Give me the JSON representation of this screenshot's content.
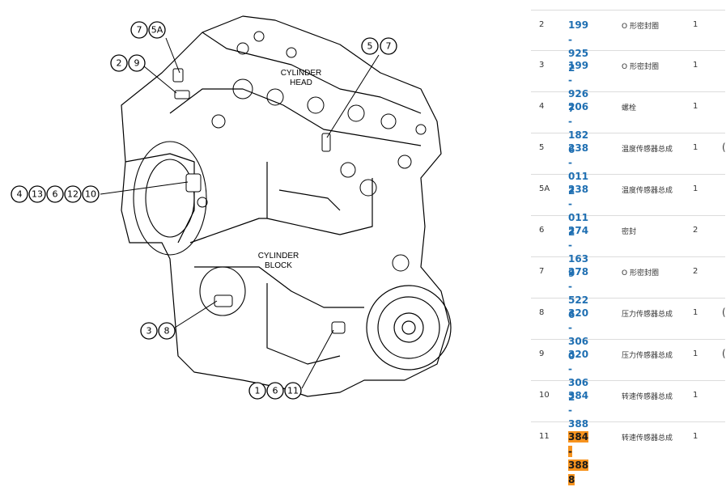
{
  "diagram": {
    "labels": {
      "cylinder_head_line1": "CYLINDER",
      "cylinder_head_line2": "HEAD",
      "cylinder_block_line1": "CYLINDER",
      "cylinder_block_line2": "BLOCK"
    },
    "callout_groups": [
      [
        "7",
        "5A"
      ],
      [
        "2",
        "9"
      ],
      [
        "5",
        "7"
      ],
      [
        "4",
        "13",
        "6",
        "12",
        "10"
      ],
      [
        "3",
        "8"
      ],
      [
        "1",
        "6",
        "11"
      ]
    ]
  },
  "parts_table": {
    "rows": [
      {
        "ref": "2",
        "part_number": "199-9252",
        "pn_line1": "199-",
        "pn_line2": "9252",
        "description": "O 形密封圈",
        "qty": "1",
        "note": ""
      },
      {
        "ref": "3",
        "part_number": "199-9267",
        "pn_line1": "199-",
        "pn_line2": "9267",
        "description": "O 形密封圈",
        "qty": "1",
        "note": ""
      },
      {
        "ref": "4",
        "part_number": "206-1826",
        "pn_line1": "206-",
        "pn_line2": "1826",
        "description": "螺栓",
        "qty": "1",
        "note": ""
      },
      {
        "ref": "5",
        "part_number": "238-0112",
        "pn_line1": "238-",
        "pn_line2": "0112",
        "description": "温度传感器总成",
        "qty": "1",
        "note": "("
      },
      {
        "ref": "5A",
        "part_number": "238-0112",
        "pn_line1": "238-",
        "pn_line2": "0112",
        "description": "温度传感器总成",
        "qty": "1",
        "note": ""
      },
      {
        "ref": "6",
        "part_number": "274-1639",
        "pn_line1": "274-",
        "pn_line2": "1639",
        "description": "密封",
        "qty": "2",
        "note": ""
      },
      {
        "ref": "7",
        "part_number": "278-5226",
        "pn_line1": "278-",
        "pn_line2": "5226",
        "description": "O 形密封圈",
        "qty": "2",
        "note": ""
      },
      {
        "ref": "8",
        "part_number": "320-3060",
        "pn_line1": "320-",
        "pn_line2": "3060",
        "description": "压力传感器总成",
        "qty": "1",
        "note": "("
      },
      {
        "ref": "9",
        "part_number": "320-3062",
        "pn_line1": "320-",
        "pn_line2": "3062",
        "description": "压力传感器总成",
        "qty": "1",
        "note": "("
      },
      {
        "ref": "10",
        "part_number": "384-3887",
        "pn_line1": "384-",
        "pn_line2": "3887",
        "description": "转速传感器总成",
        "qty": "1",
        "note": ""
      },
      {
        "ref": "11",
        "part_number": "384-3888",
        "pn_line1": "384-",
        "pn_line2": "3888",
        "description": "转速传感器总成",
        "qty": "1",
        "note": "",
        "highlighted": true
      }
    ]
  },
  "colors": {
    "link": "#1f6fb2",
    "highlight": "#f7931e",
    "row_border": "#dcdcdc"
  }
}
